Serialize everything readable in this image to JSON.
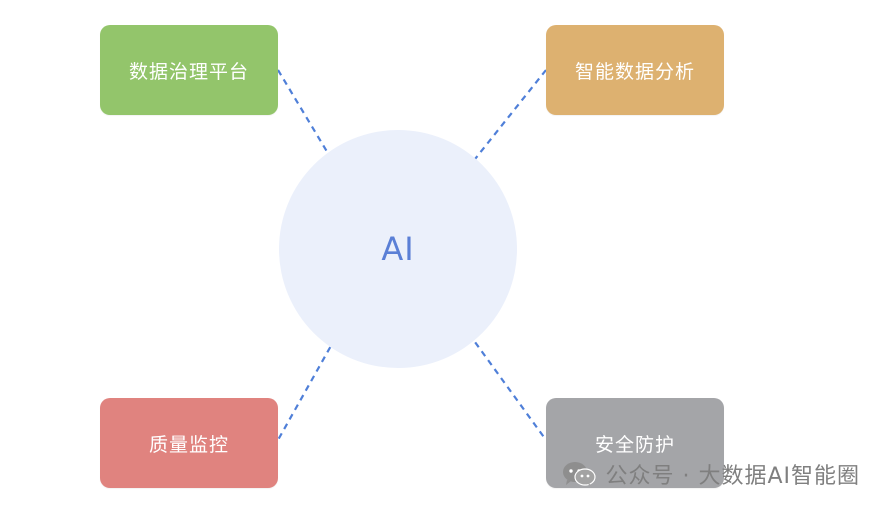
{
  "center": {
    "label": "AI"
  },
  "nodes": {
    "top_left": {
      "label": "数据治理平台",
      "color": "#93c56b"
    },
    "top_right": {
      "label": "智能数据分析",
      "color": "#ddb170"
    },
    "bottom_left": {
      "label": "质量监控",
      "color": "#e0837f"
    },
    "bottom_right": {
      "label": "安全防护",
      "color": "#a4a5a8"
    }
  },
  "colors": {
    "connector": "#4f7fd8",
    "center_fill": "#ebf0fb",
    "center_text": "#5a7fd6"
  },
  "watermark": {
    "icon": "wechat-icon",
    "text": "公众号 · 大数据AI智能圈"
  }
}
